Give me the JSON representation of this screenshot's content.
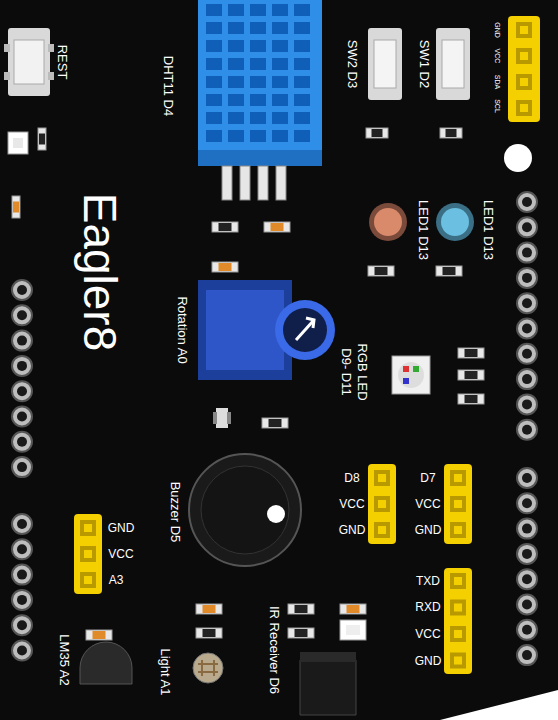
{
  "diagram": {
    "labels": [
      "REST",
      "DHT11 D4",
      "SW2 D3",
      "SW1 D2",
      "GND",
      "VCC",
      "SDA",
      "SCL",
      "Eagler8",
      "LED1 D13",
      "LED1 D13",
      "Rotation A0",
      "RGB LED",
      "D9- D11",
      "D8",
      "VCC",
      "GND",
      "D7",
      "VCC",
      "GND",
      "Buzzer D5",
      "GND",
      "VCC",
      "A3",
      "TXD",
      "RXD",
      "VCC",
      "GND",
      "IR Receiver D6",
      "Light A1",
      "LM35 A2"
    ]
  }
}
